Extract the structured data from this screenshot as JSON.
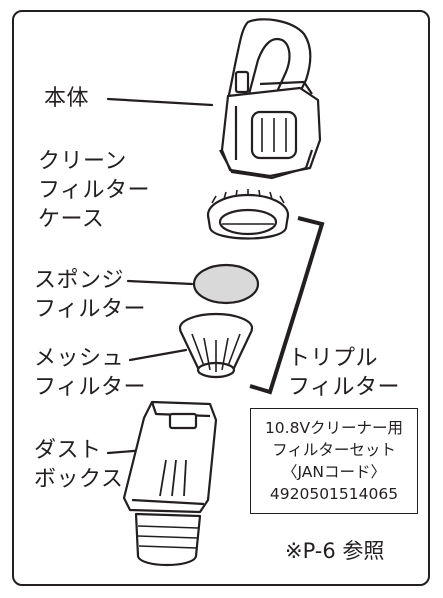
{
  "labels": {
    "body": "本体",
    "clean_filter_case": [
      "クリーン",
      "フィルター",
      "ケース"
    ],
    "sponge_filter": [
      "スポンジ",
      "フィルター"
    ],
    "mesh_filter": [
      "メッシュ",
      "フィルター"
    ],
    "dust_box": [
      "ダスト",
      "ボックス"
    ],
    "triple_filter": [
      "トリプル",
      "フィルター"
    ]
  },
  "filter_set": {
    "lines": [
      "10.8Vクリーナー用",
      "フィルターセット",
      "〈JANコード〉",
      "4920501514065"
    ]
  },
  "reference": "※P-6 参照",
  "colors": {
    "ink": "#231f20",
    "sponge": "#d9d9d9",
    "white": "#ffffff"
  }
}
